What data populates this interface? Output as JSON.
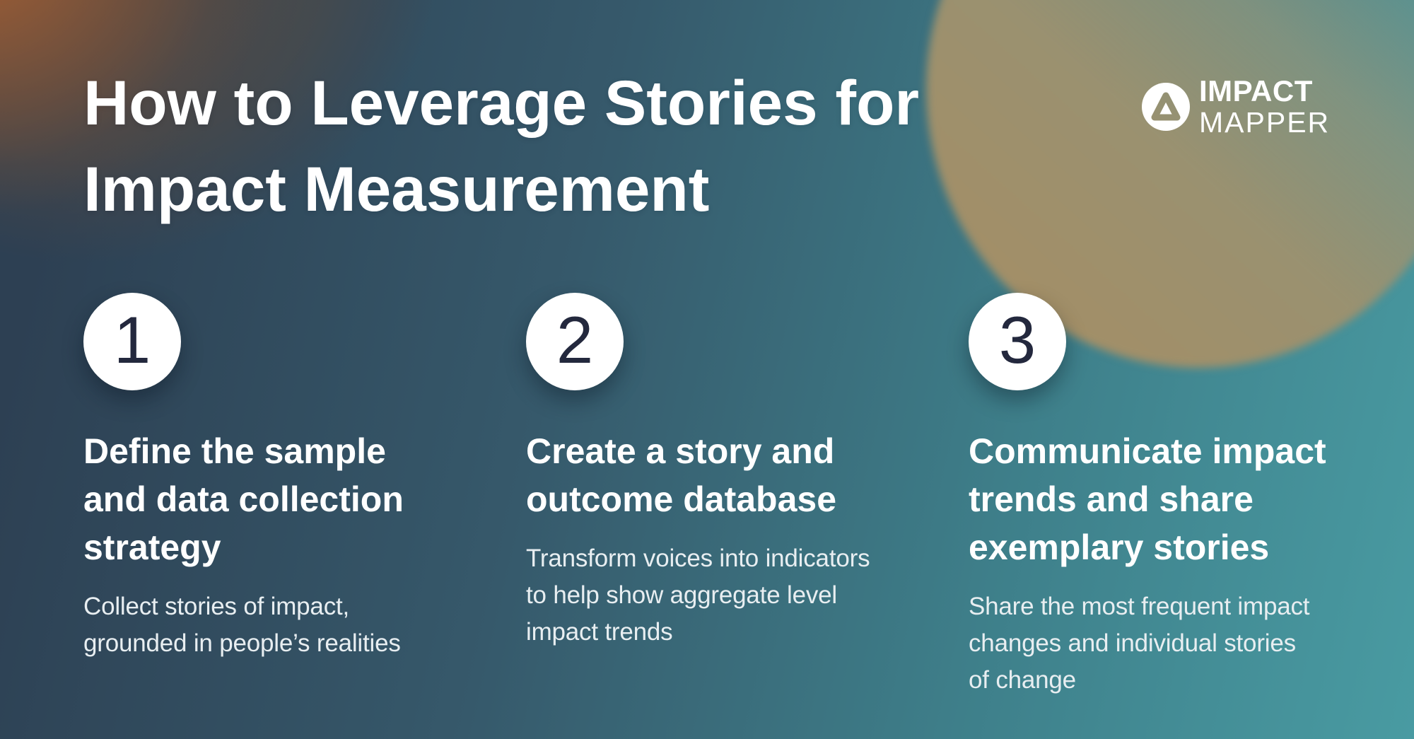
{
  "header": {
    "title_lines": [
      "How to Leverage Stories for",
      "Impact Measurement"
    ]
  },
  "logo": {
    "word_top": "IMPACT",
    "word_bottom": "MAPPER",
    "icon": "rounded-triangle-in-circle"
  },
  "steps": [
    {
      "number": "1",
      "heading_lines": [
        "Define the sample",
        "and data collection",
        "strategy"
      ],
      "body_lines": [
        "Collect stories of impact,",
        "grounded in people’s realities"
      ]
    },
    {
      "number": "2",
      "heading_lines": [
        "Create a story and",
        "outcome database"
      ],
      "body_lines": [
        "Transform voices into indicators",
        "to help show aggregate level",
        "impact trends"
      ]
    },
    {
      "number": "3",
      "heading_lines": [
        "Communicate impact",
        "trends and share",
        "exemplary stories"
      ],
      "body_lines": [
        "Share the most frequent impact",
        "changes and individual stories",
        "of change"
      ]
    }
  ],
  "colors": {
    "background_left": "#2d4053",
    "background_right": "#499ba2",
    "blob_tan": "#9a9170",
    "blob_orange": "#8a5a3c",
    "badge_fill": "#ffffff",
    "number_ink": "#23283d",
    "heading_text": "#ffffff",
    "body_text": "#e8eef1"
  }
}
